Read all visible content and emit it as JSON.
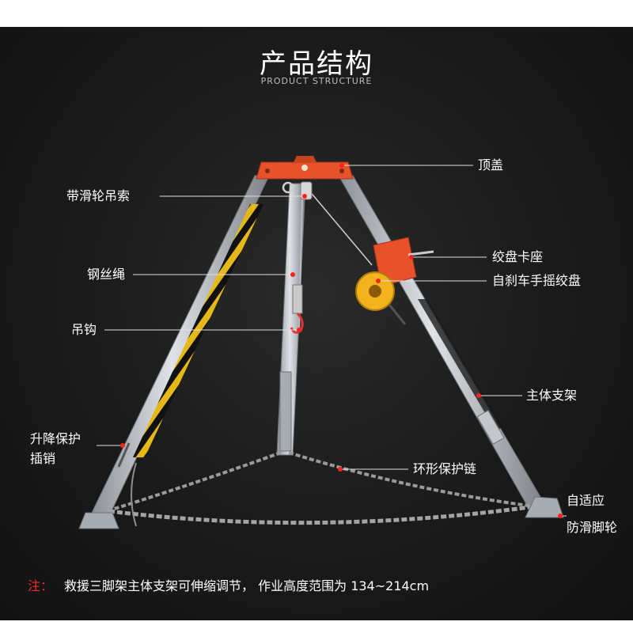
{
  "header": {
    "title": "产品结构",
    "subtitle": "PRODUCT STRUCTURE"
  },
  "labels": {
    "top_cover": "顶盖",
    "pulley_sling": "带滑轮吊索",
    "winch_mount": "绞盘卡座",
    "winch": "自刹车手摇绞盘",
    "wire_rope": "钢丝绳",
    "hook": "吊钩",
    "main_frame": "主体支架",
    "lift_pin_1": "升降保护",
    "lift_pin_2": "插销",
    "ring_chain": "环形保护链",
    "foot_1": "自适应",
    "foot_2": "防滑脚轮"
  },
  "note": {
    "prefix": "注：",
    "text": "救援三脚架主体支架可伸缩调节，  作业高度范围为 134~214cm"
  },
  "colors": {
    "background": "#161616",
    "head_orange": "#e8522a",
    "winch_yellow": "#f2b21b",
    "marker_red": "#ff2020",
    "note_red": "#ff2a2a",
    "stripe_yellow": "#e6b816",
    "aluminum": "#b9bec4"
  }
}
